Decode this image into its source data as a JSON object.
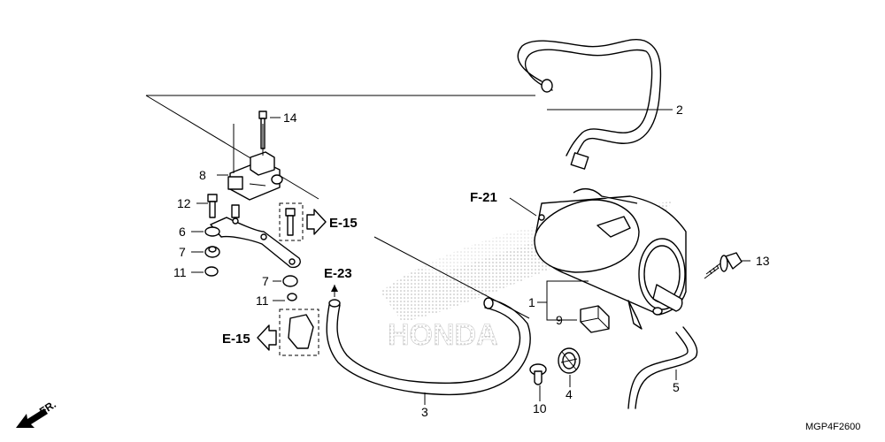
{
  "callouts": {
    "p1": "1",
    "p2": "2",
    "p3": "3",
    "p4": "4",
    "p5": "5",
    "p6": "6",
    "p7a": "7",
    "p7b": "7",
    "p8": "8",
    "p9": "9",
    "p10": "10",
    "p11a": "11",
    "p11b": "11",
    "p12": "12",
    "p13": "13",
    "p14": "14"
  },
  "refs": {
    "e15_top": "E-15",
    "e15_bottom": "E-15",
    "e23": "E-23",
    "f21": "F-21"
  },
  "front_label": "FR.",
  "diagram_code": "MGP4F2600",
  "watermark": "HONDA",
  "colors": {
    "ink": "#000000",
    "background": "#ffffff",
    "watermark_dots": "#b0b0b0"
  }
}
